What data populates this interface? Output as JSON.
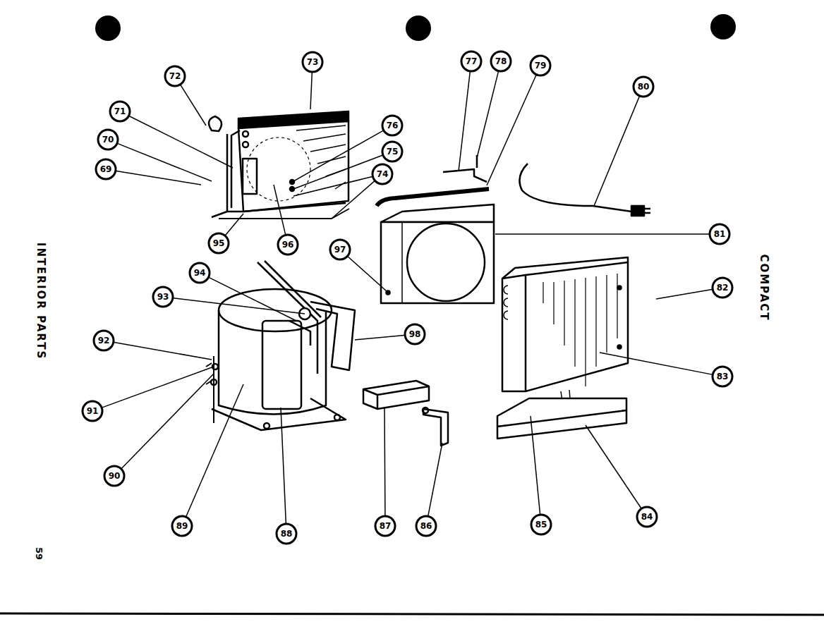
{
  "diagram": {
    "labels": [
      "73",
      "72",
      "71",
      "70",
      "69",
      "76",
      "75",
      "74",
      "77",
      "78",
      "79",
      "80",
      "81",
      "82",
      "83",
      "84",
      "85",
      "86",
      "87",
      "88",
      "89",
      "90",
      "91",
      "92",
      "93",
      "94",
      "95",
      "96",
      "97",
      "98",
      "INTERIOR PARTS",
      "COMPACT",
      "59"
    ]
  }
}
